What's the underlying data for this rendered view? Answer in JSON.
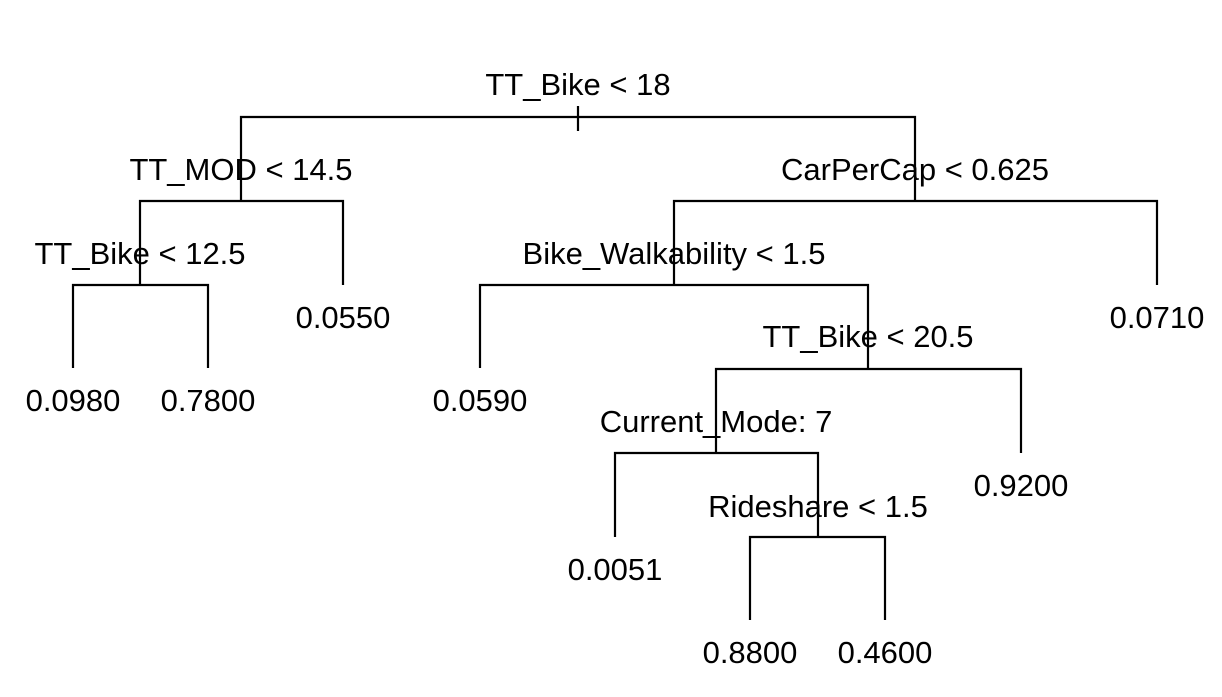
{
  "tree": {
    "colors": {
      "line": "#000000",
      "text": "#000000",
      "background": "#ffffff"
    },
    "splits": [
      {
        "id": "root",
        "label": "TT_Bike < 18"
      },
      {
        "id": "left",
        "label": "TT_MOD < 14.5"
      },
      {
        "id": "right",
        "label": "CarPerCap < 0.625"
      },
      {
        "id": "left-left",
        "label": "TT_Bike < 12.5"
      },
      {
        "id": "right-left",
        "label": "Bike_Walkability < 1.5"
      },
      {
        "id": "right-left-right",
        "label": "TT_Bike < 20.5"
      },
      {
        "id": "rlr-left",
        "label": "Current_Mode: 7"
      },
      {
        "id": "rlr-left-right",
        "label": "Rideshare < 1.5"
      }
    ],
    "leaves": [
      {
        "id": "leaf-1",
        "value": "0.0980"
      },
      {
        "id": "leaf-2",
        "value": "0.7800"
      },
      {
        "id": "leaf-3",
        "value": "0.0550"
      },
      {
        "id": "leaf-4",
        "value": "0.0590"
      },
      {
        "id": "leaf-5",
        "value": "0.0051"
      },
      {
        "id": "leaf-6",
        "value": "0.8800"
      },
      {
        "id": "leaf-7",
        "value": "0.4600"
      },
      {
        "id": "leaf-8",
        "value": "0.9200"
      },
      {
        "id": "leaf-9",
        "value": "0.0710"
      }
    ]
  }
}
